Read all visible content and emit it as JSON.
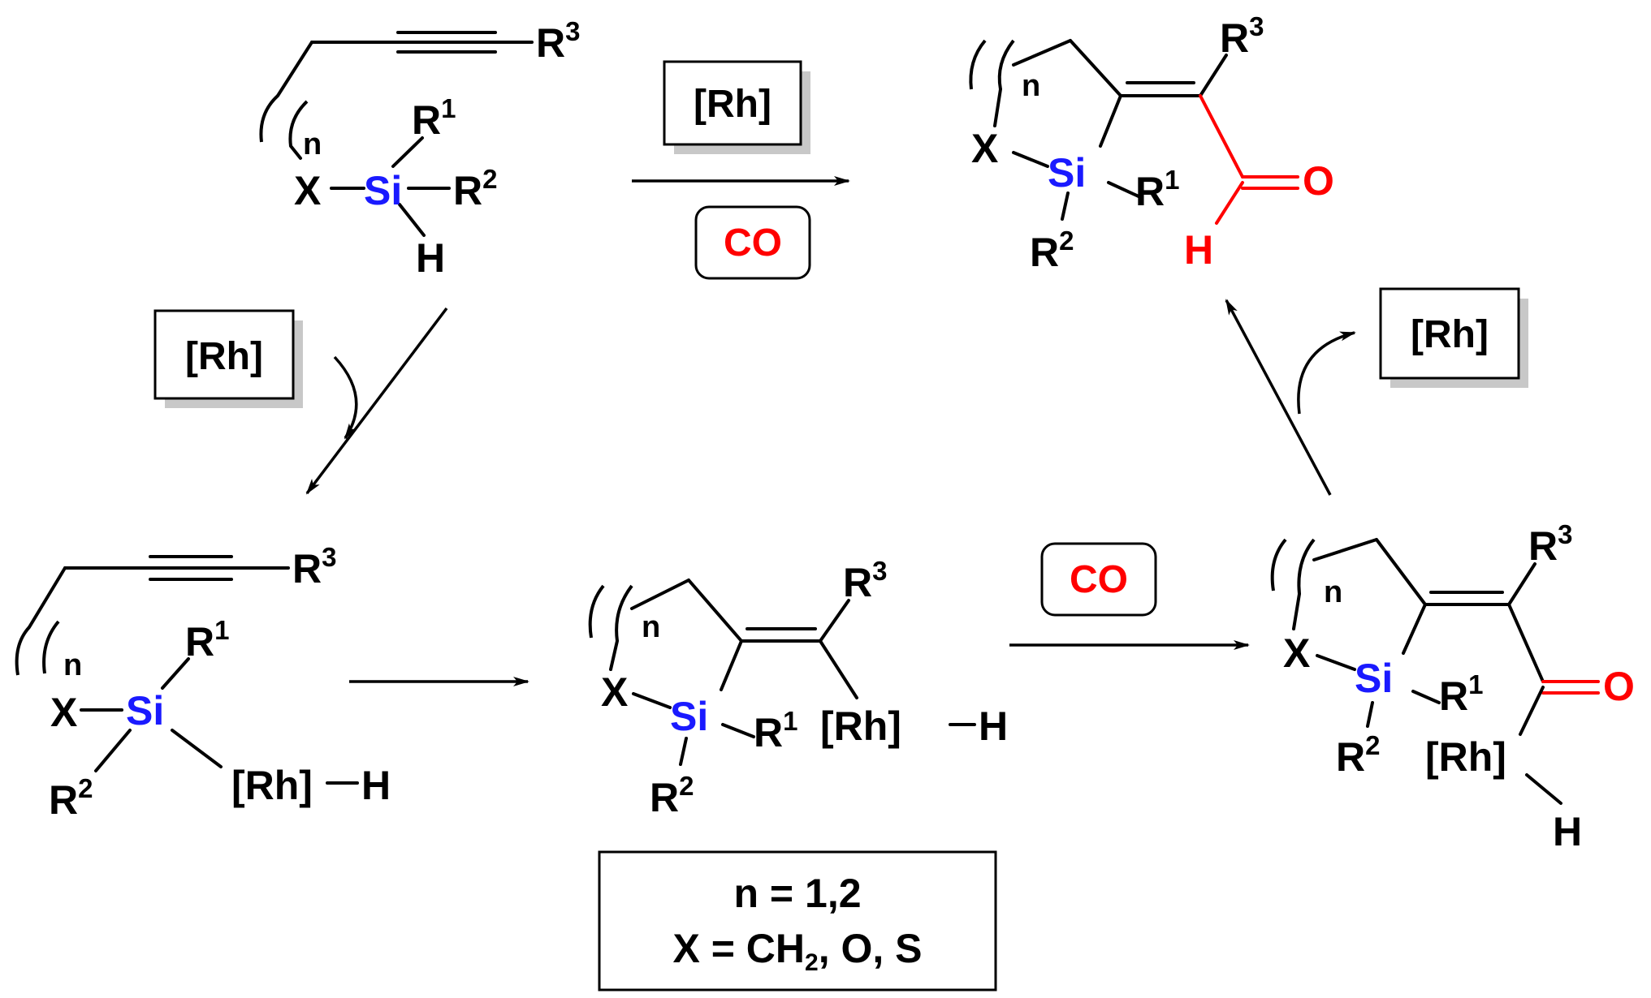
{
  "reagents": {
    "rh": "[Rh]",
    "co": "CO",
    "rh_h": "[Rh]",
    "h": "H"
  },
  "atoms": {
    "x": "X",
    "si": "Si",
    "h": "H",
    "o": "O",
    "r": "R",
    "n": "n",
    "sup1": "1",
    "sup2": "2",
    "sup3": "3"
  },
  "note": {
    "line1": "n = 1,2",
    "line2_prefix": "X = CH",
    "line2_sub": "2",
    "line2_suffix": ", O, S"
  },
  "colors": {
    "silicon": "#1a1aff",
    "aldehyde": "#ff0000",
    "box_shadow": "#c8c8c8"
  }
}
